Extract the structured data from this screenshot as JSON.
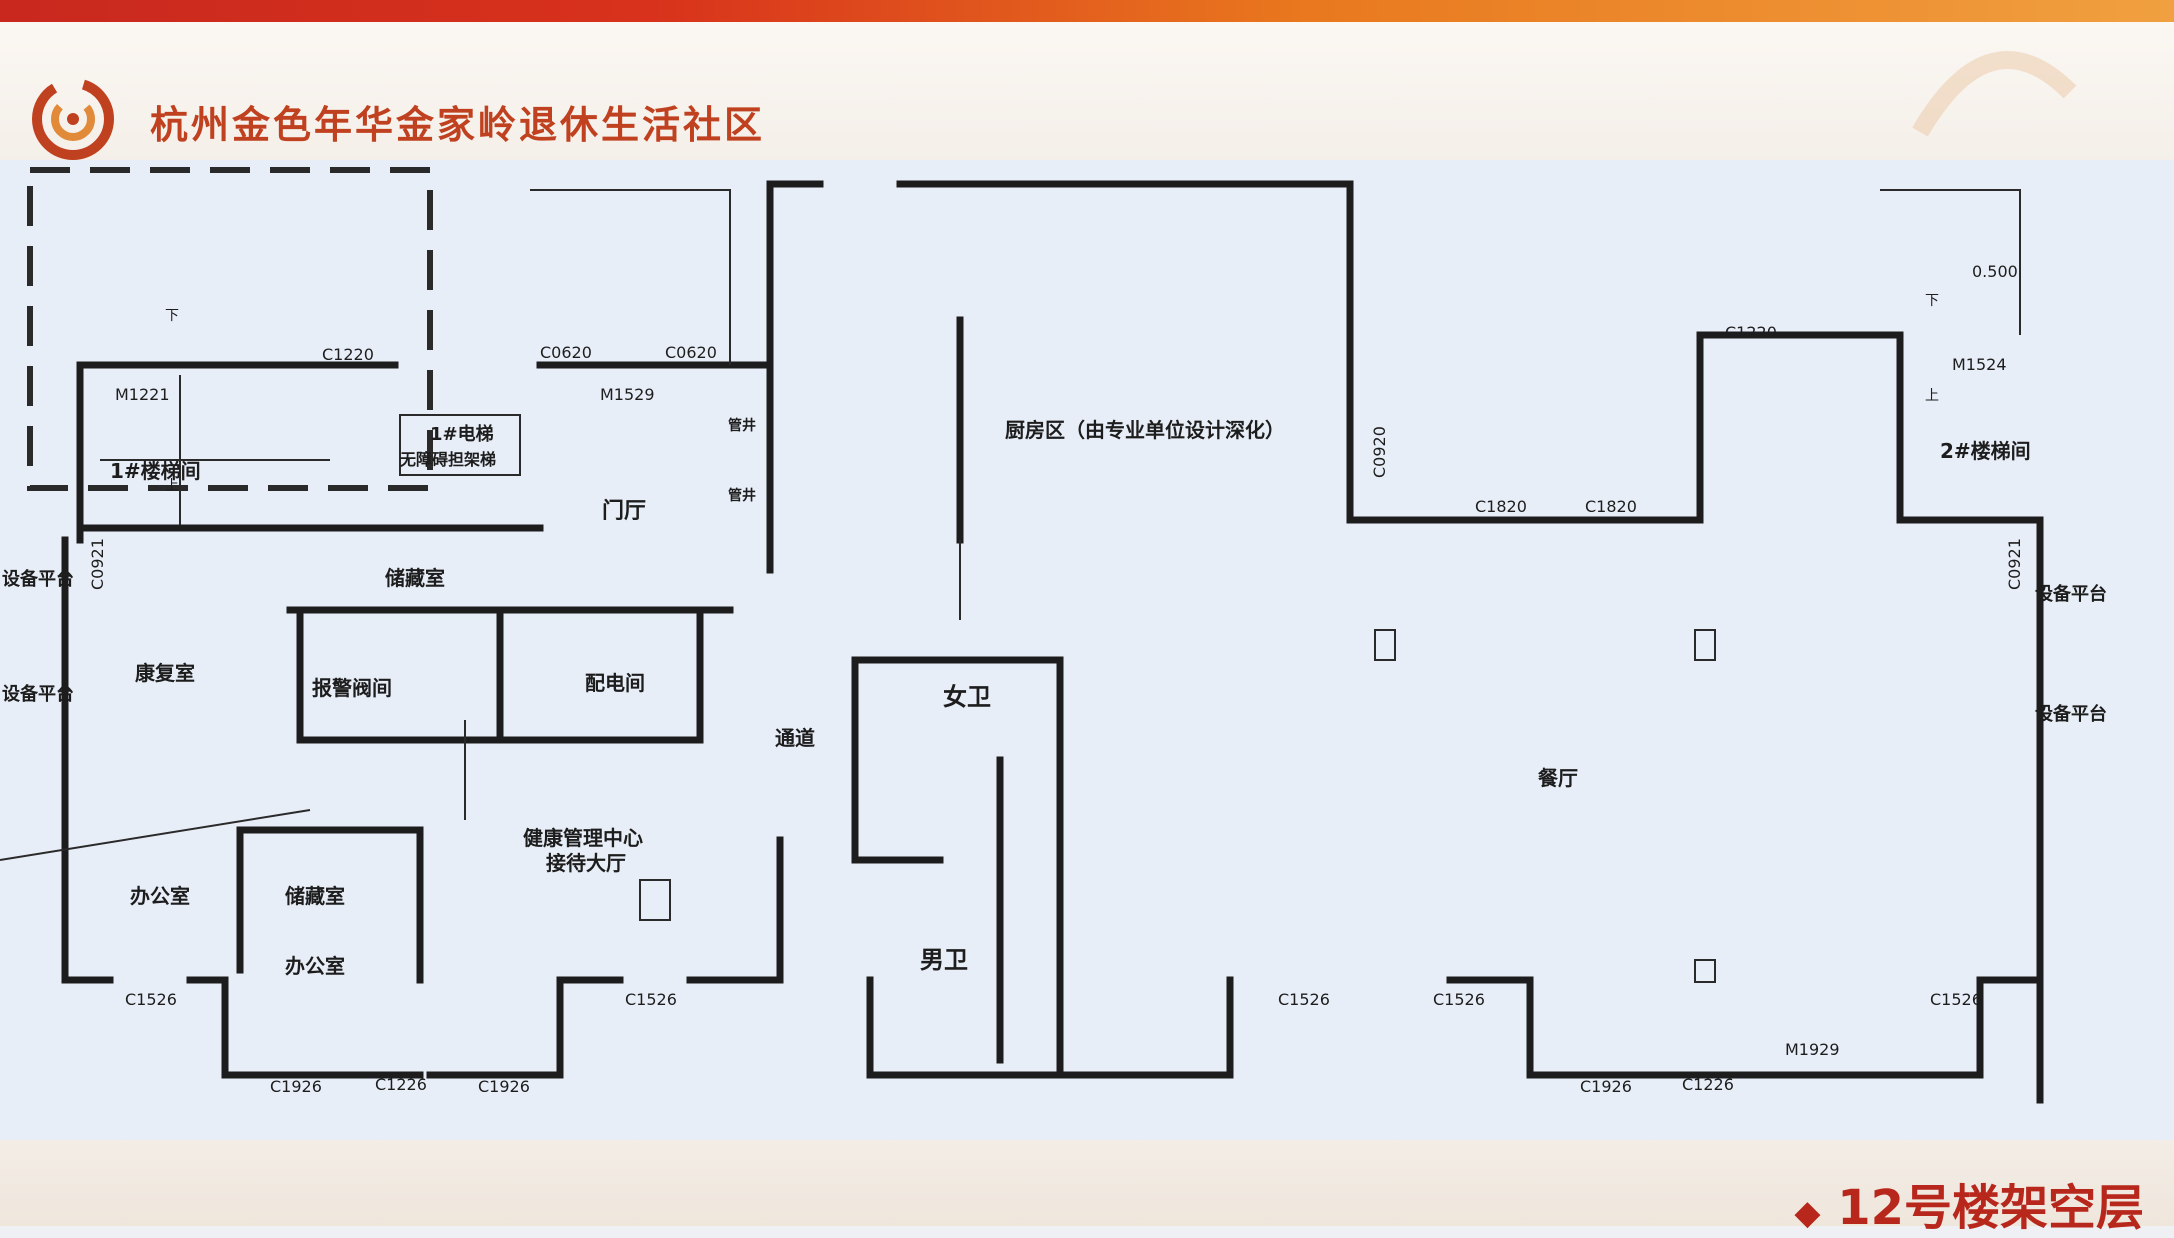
{
  "header": {
    "title": "杭州金色年华金家岭退休生活社区",
    "floor_label": "12号楼架空层"
  },
  "rooms": {
    "stair1": "1#楼梯间",
    "stair2": "2#楼梯间",
    "elevator": "1#电梯",
    "elevator_sub": "无障碍担架梯",
    "lobby": "门厅",
    "storage1": "储藏室",
    "rehab": "康复室",
    "alarm_valve": "报警阀间",
    "power_room": "配电间",
    "corridor": "通道",
    "women_wc": "女卫",
    "men_wc": "男卫",
    "kitchen": "厨房区（由专业单位设计深化）",
    "dining": "餐厅",
    "health_center_l1": "健康管理中心",
    "health_center_l2": "接待大厅",
    "office1": "办公室",
    "storage2": "储藏室",
    "office2": "办公室",
    "equip_left_1": "设备平台",
    "equip_left_2": "设备平台",
    "equip_right_1": "设备平台",
    "equip_right_2": "设备平台",
    "shaft1": "管井",
    "shaft2": "管井"
  },
  "codes": {
    "c1220_a": "C1220",
    "c1220_b": "C1220",
    "c0620_a": "C0620",
    "c0620_b": "C0620",
    "m1221": "M1221",
    "m1529": "M1529",
    "m1524": "M1524",
    "c0921_l": "C0921",
    "c0921_r": "C0921",
    "c0920": "C0920",
    "c1820_a": "C1820",
    "c1820_b": "C1820",
    "c1526_a": "C1526",
    "c1526_b": "C1526",
    "c1526_c": "C1526",
    "c1526_d": "C1526",
    "c1526_e": "C1526",
    "c1926_a": "C1926",
    "c1926_b": "C1926",
    "c1926_c": "C1926",
    "c1226_a": "C1226",
    "c1226_b": "C1226",
    "m1929": "M1929",
    "level": "0.500",
    "down_a": "下",
    "down_b": "下",
    "up_a": "上",
    "up_b": "上"
  },
  "colors": {
    "accent": "#c0411f",
    "plan_bg": "#e8eef8",
    "wall": "#1d1d1d"
  }
}
